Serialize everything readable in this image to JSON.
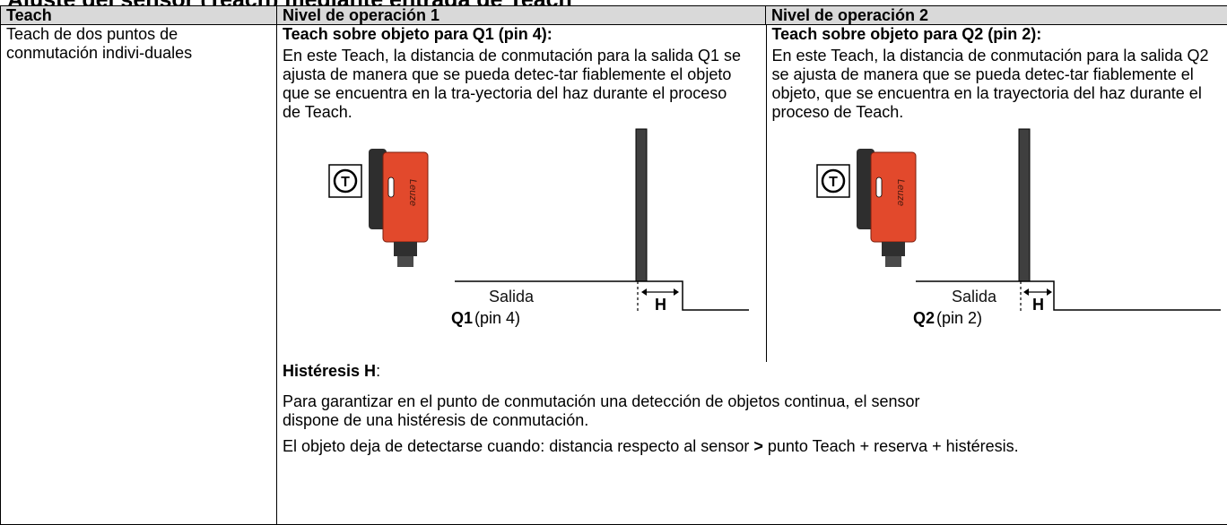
{
  "heading": "Ajuste del sensor (Teach) mediante entrada de Teach",
  "table": {
    "headers": [
      "Teach",
      "Nivel de operación 1",
      "Nivel de operación 2"
    ],
    "row_label": "Teach de dos puntos de conmutación indivi-duales",
    "level1": {
      "title": "Teach sobre objeto para Q1 (pin 4):",
      "text": "En este Teach, la distancia de conmutación para la salida Q1 se ajusta de manera que se pueda detec-tar fiablemente el objeto que se encuentra en la tra-yectoria del haz durante el proceso de Teach.",
      "figure": {
        "output_label": "Salida",
        "output_name": "Q1",
        "output_pin": "(pin 4)",
        "hysteresis_mark": "H",
        "sensor_brand": "Leuze",
        "teach_symbol": "T"
      }
    },
    "level2": {
      "title": "Teach sobre objeto para Q2 (pin 2):",
      "text": "En este Teach, la distancia de conmutación para la salida Q2 se ajusta de manera que se pueda detec-tar fiablemente el objeto, que se encuentra en la trayectoria del haz durante el proceso de Teach.",
      "figure": {
        "output_label": "Salida",
        "output_name": "Q2",
        "output_pin": "(pin 2)",
        "hysteresis_mark": "H",
        "sensor_brand": "Leuze",
        "teach_symbol": "T"
      }
    },
    "hysteresis": {
      "title": "Histéresis H",
      "title_suffix": ":",
      "paragraph1": "Para garantizar en el punto de conmutación una detección de objetos continua, el sensor dispone de una histéresis de conmutación.",
      "paragraph2_pre": "El objeto deja de detectarse cuando: distancia respecto al sensor ",
      "paragraph2_gt": ">",
      "paragraph2_post": " punto Teach + reserva + histéresis."
    }
  },
  "colors": {
    "header_bg": "#d9d9d9",
    "sensor_body": "#e2492c",
    "sensor_dark": "#3a3a3a",
    "object_bar": "#3f3f3f"
  }
}
